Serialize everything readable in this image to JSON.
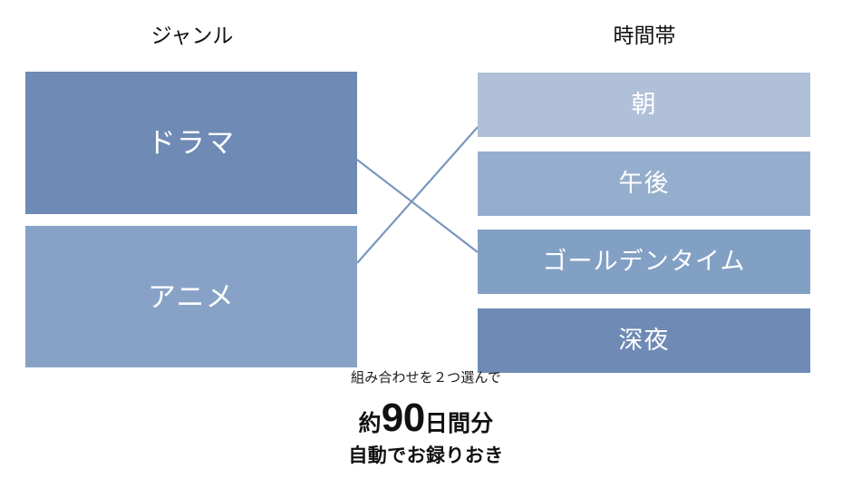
{
  "columns": {
    "genre_heading": "ジャンル",
    "timeslot_heading": "時間帯"
  },
  "genres": [
    {
      "label": "ドラマ",
      "color": "#6e8ab5"
    },
    {
      "label": "アニメ",
      "color": "#87a2c6"
    }
  ],
  "timeslots": [
    {
      "label": "朝",
      "color": "#afc0d8"
    },
    {
      "label": "午後",
      "color": "#96aecd"
    },
    {
      "label": "ゴールデンタイム",
      "color": "#82a0c4"
    },
    {
      "label": "深夜",
      "color": "#6e8ab5"
    }
  ],
  "connections": [
    {
      "from": "ドラマ",
      "to": "ゴールデンタイム"
    },
    {
      "from": "アニメ",
      "to": "朝"
    }
  ],
  "connector_color": "#7a97bf",
  "caption": {
    "lead": "組み合わせを２つ選んで",
    "headline_prefix": "約",
    "headline_number": "90",
    "headline_suffix": "日間分",
    "sub": "自動でお録りおき"
  },
  "background_color": "#ffffff",
  "text_color": "#111111"
}
